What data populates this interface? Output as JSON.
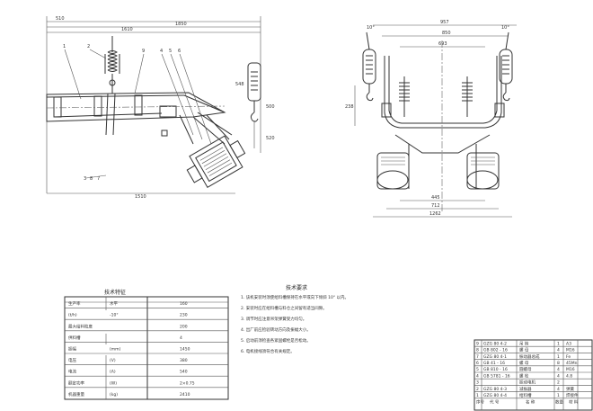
{
  "side_view": {
    "dimensions": [
      "510",
      "1610",
      "1850",
      "500",
      "548",
      "520",
      "1510"
    ],
    "part_numbers": [
      "1",
      "2",
      "3",
      "4",
      "5",
      "6",
      "7",
      "8",
      "9"
    ]
  },
  "end_view": {
    "dimensions": [
      "957",
      "850",
      "693",
      "10°",
      "10°",
      "238",
      "445",
      "712",
      "1262"
    ]
  },
  "spec_table": {
    "title": "技术特征",
    "rows": [
      {
        "label": "生产率",
        "sub": "水平",
        "value": "160"
      },
      {
        "label": "(t/h)",
        "sub": "-10°",
        "value": "230"
      },
      {
        "label": "最大给料粒度",
        "sub": "",
        "value": "200"
      },
      {
        "label": "供料槽",
        "sub": "",
        "value": "4"
      },
      {
        "label": "振幅",
        "sub": "(mm)",
        "value": "1450"
      },
      {
        "label": "电压",
        "sub": "(V)",
        "value": "380"
      },
      {
        "label": "电流",
        "sub": "(A)",
        "value": "540"
      },
      {
        "label": "额定功率",
        "sub": "(W)",
        "value": "2×0.75"
      },
      {
        "label": "机器重量",
        "sub": "(kg)",
        "value": "2410"
      }
    ]
  },
  "notes": {
    "title": "技术要求",
    "items": [
      "1. 该机安装时须使给料槽保持在水平或向下倾斜 10° 以内。",
      "2. 安装时应在给料槽与料仓之间留有适当间隙。",
      "3. 调节时应注意吊架弹簧受力均匀。",
      "4. 出厂前应检验转动方向及振幅大小。",
      "5. 启动前须检查各紧固螺栓是否松动。",
      "6. 电机接线须符合有关规定。"
    ]
  },
  "parts_list": {
    "rows": [
      {
        "code": "GZG 80 4-2",
        "name": "吊 钩",
        "qty": "1",
        "mat": "A3"
      },
      {
        "code": "GB 802 - 16",
        "name": "螺 母",
        "qty": "4",
        "mat": "M16"
      },
      {
        "code": "GZG 80 4-1",
        "name": "振动器总成",
        "qty": "1",
        "mat": "Fe"
      },
      {
        "code": "GB 41 - 16",
        "name": "螺 母",
        "qty": "8",
        "mat": "45Mn"
      },
      {
        "code": "GB 810 - 16",
        "name": "圆螺母",
        "qty": "4",
        "mat": "M16"
      },
      {
        "code": "GB 5781 - 16",
        "name": "螺 栓",
        "qty": "4",
        "mat": "4.8"
      },
      {
        "code": "",
        "name": "振动电机",
        "qty": "2",
        "mat": ""
      },
      {
        "code": "GZG 80 4-3",
        "name": "减振器",
        "qty": "4",
        "mat": "弹簧"
      },
      {
        "code": "GZG 80 4-4",
        "name": "给料槽",
        "qty": "1",
        "mat": "焊接件"
      }
    ],
    "header": [
      "序号",
      "代 号",
      "名 称",
      "数量",
      "材 料"
    ]
  }
}
